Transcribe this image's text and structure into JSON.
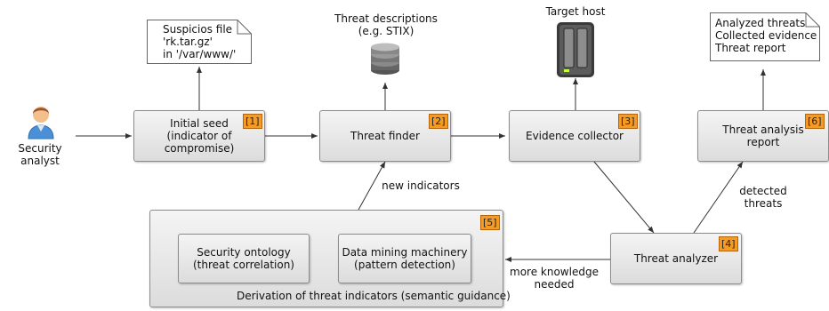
{
  "diagram": {
    "actor": {
      "label": "Security analyst"
    },
    "nodes": {
      "seed": {
        "label": "Initial seed\n(indicator of compromise)",
        "badge": "[1]"
      },
      "finder": {
        "label": "Threat finder",
        "badge": "[2]"
      },
      "collector": {
        "label": "Evidence collector",
        "badge": "[3]"
      },
      "analyzer": {
        "label": "Threat analyzer",
        "badge": "[4]"
      },
      "derivation": {
        "label": "Derivation of threat indicators (semantic guidance)",
        "badge": "[5]"
      },
      "report": {
        "label": "Threat analysis\nreport",
        "badge": "[6]"
      },
      "ontology": {
        "label": "Security ontology\n(threat correlation)"
      },
      "mining": {
        "label": "Data mining machinery\n(pattern detection)"
      }
    },
    "notes": {
      "suspicious_file": "Suspicios file\n'rk.tar.gz'\nin '/var/www/'",
      "analyzed_threats": "Analyzed threats\nCollected evidence\nThreat report"
    },
    "labels": {
      "threat_descriptions": "Threat descriptions\n(e.g. STIX)",
      "target_host": "Target host",
      "new_indicators": "new indicators",
      "detected_threats": "detected\nthreats",
      "more_knowledge": "more knowledge\nneeded"
    },
    "colors": {
      "badge": "#f59a23",
      "box_top": "#f4f4f4",
      "box_bottom": "#dcdcdc",
      "line": "#333333",
      "actor_body": "#4a90d9",
      "actor_hair": "#a0522d"
    },
    "icons": {
      "actor": "person-icon",
      "database": "database-icon",
      "server": "server-icon",
      "document": "document-icon"
    }
  }
}
